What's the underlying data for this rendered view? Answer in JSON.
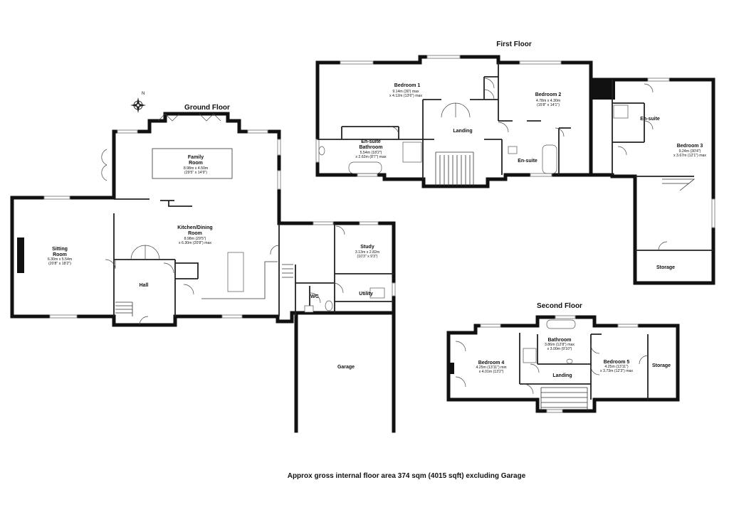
{
  "floors": {
    "ground": {
      "title": "Ground Floor"
    },
    "first": {
      "title": "First Floor"
    },
    "second": {
      "title": "Second Floor"
    }
  },
  "compass": {
    "north": "N"
  },
  "rooms": {
    "family": {
      "name": [
        "Family",
        "Room"
      ],
      "dims": [
        "8.98m x 4.50m",
        "(29'5\" x 14'9\")"
      ]
    },
    "kitchen": {
      "name": [
        "Kitchen/Dining",
        "Room"
      ],
      "dims": [
        "8.98m (29'5\")",
        "x 6.30m (20'8\") max"
      ]
    },
    "sitting": {
      "name": [
        "Sitting",
        "Room"
      ],
      "dims": [
        "6.30m x 5.54m",
        "(20'8\" x 18'2\")"
      ]
    },
    "hall": {
      "name": [
        "Hall"
      ],
      "dims": []
    },
    "study": {
      "name": [
        "Study"
      ],
      "dims": [
        "3.13m x 2.82m",
        "(10'3\" x 9'3\")"
      ]
    },
    "wc": {
      "name": [
        "WC"
      ],
      "dims": []
    },
    "utility": {
      "name": [
        "Utility"
      ],
      "dims": []
    },
    "garage": {
      "name": [
        "Garage"
      ],
      "dims": []
    },
    "bedroom1": {
      "name": [
        "Bedroom 1"
      ],
      "dims": [
        "9.14m (30') max",
        "x 4.12m (13'6\") max"
      ]
    },
    "ensuite_bath": {
      "name": [
        "En-suite",
        "Bathroom"
      ],
      "dims": [
        "5.54m (18'2\")",
        "x 2.62m (8'7\") max"
      ]
    },
    "landing1": {
      "name": [
        "Landing"
      ],
      "dims": []
    },
    "bedroom2": {
      "name": [
        "Bedroom 2"
      ],
      "dims": [
        "4.78m x 4.30m",
        "(15'8\" x 14'1\")"
      ]
    },
    "ensuite2": {
      "name": [
        "En-suite"
      ],
      "dims": []
    },
    "ensuite3": {
      "name": [
        "En-suite"
      ],
      "dims": []
    },
    "bedroom3": {
      "name": [
        "Bedroom 3"
      ],
      "dims": [
        "9.24m (30'4\")",
        "x 3.67m (12'1\") max"
      ]
    },
    "storage1": {
      "name": [
        "Storage"
      ],
      "dims": []
    },
    "bedroom4": {
      "name": [
        "Bedroom 4"
      ],
      "dims": [
        "4.25m (13'11\") min",
        "x 4.01m (13'2\")"
      ]
    },
    "bathroom2": {
      "name": [
        "Bathroom"
      ],
      "dims": [
        "3.86m (12'8\") max",
        "x 3.00m (9'10\")"
      ]
    },
    "landing2": {
      "name": [
        "Landing"
      ],
      "dims": []
    },
    "bedroom5": {
      "name": [
        "Bedroom 5"
      ],
      "dims": [
        "4.25m (13'11\")",
        "x 3.73m (12'3\") max"
      ]
    },
    "storage2": {
      "name": [
        "Storage"
      ],
      "dims": []
    }
  },
  "summary": "Approx gross internal floor area 374 sqm (4015 sqft) excluding Garage"
}
